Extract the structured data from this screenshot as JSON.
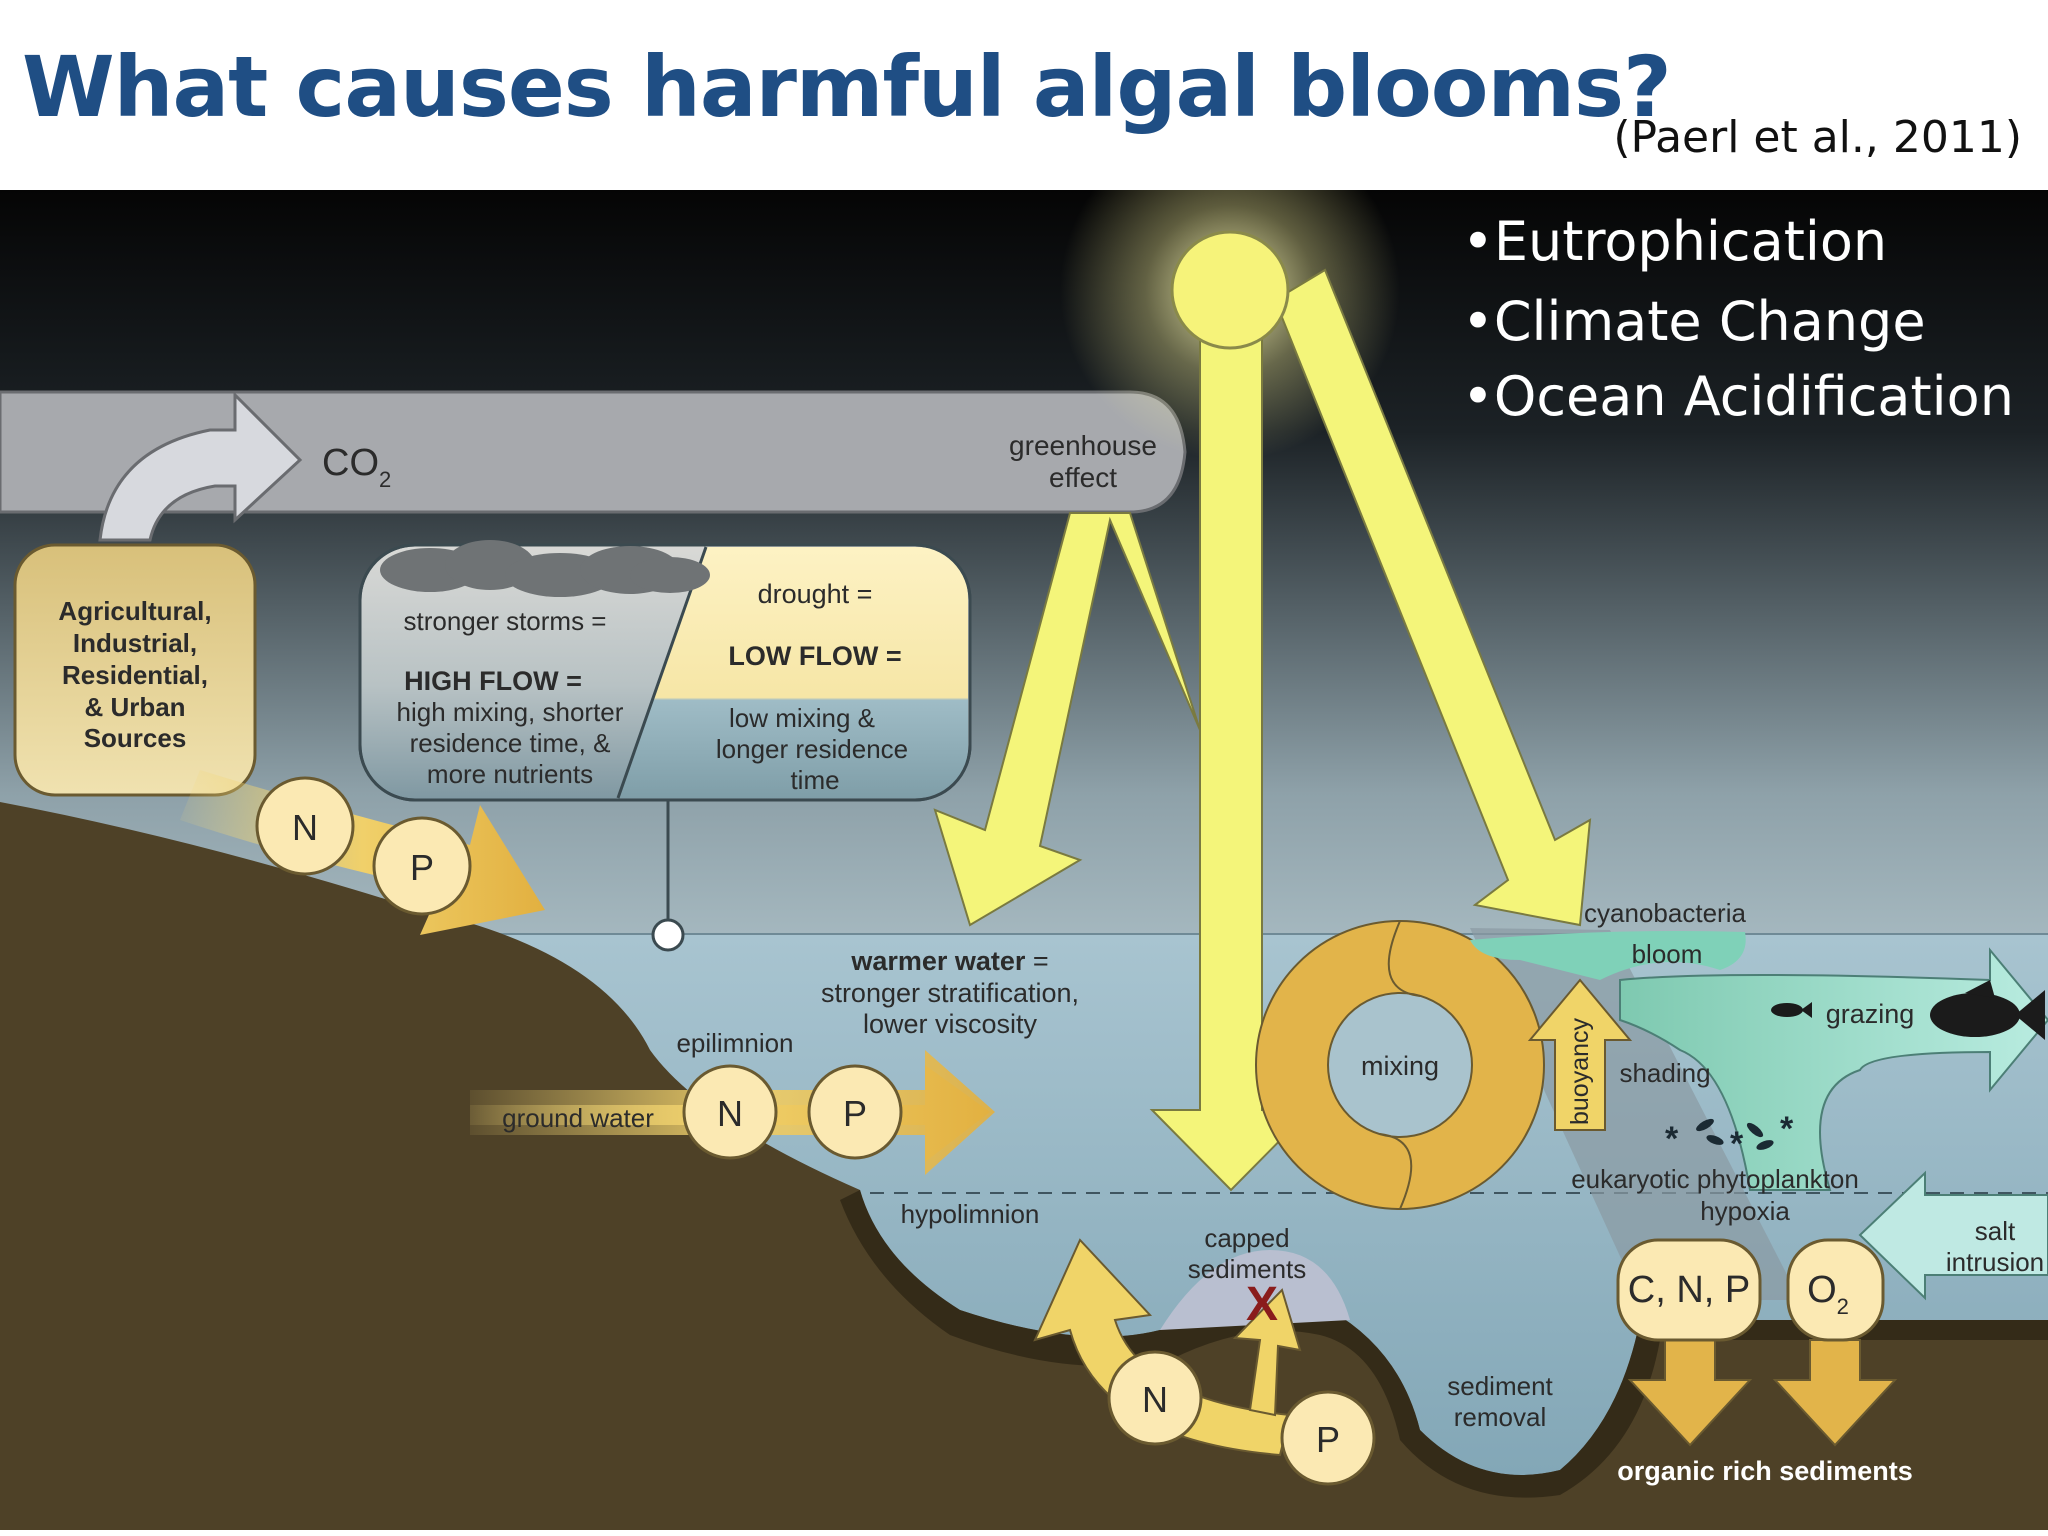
{
  "slide": {
    "title": "What causes harmful algal blooms?",
    "citation": "(Paerl et al., 2011)"
  },
  "bullets": [
    "•Eutrophication",
    "•Climate Change",
    "•Ocean Acidification"
  ],
  "labels": {
    "co2": "CO",
    "co2_sub": "2",
    "greenhouse_1": "greenhouse",
    "greenhouse_2": "effect",
    "sources": [
      "Agricultural,",
      "Industrial,",
      "Residential,",
      "& Urban",
      "Sources"
    ],
    "storms": "stronger storms =",
    "high_flow": "HIGH FLOW =",
    "high_flow_desc": [
      "high mixing, shorter",
      "residence time, &",
      "more nutrients"
    ],
    "drought": "drought =",
    "low_flow": "LOW FLOW =",
    "low_flow_desc": [
      "low mixing &",
      "longer residence",
      "time"
    ],
    "warmer_water": "warmer water",
    "warmer_water_eq": " =",
    "warmer_desc": [
      "stronger stratification,",
      "lower viscosity"
    ],
    "epilimnion": "epilimnion",
    "ground_water": "ground water",
    "hypolimnion": "hypolimnion",
    "capped": [
      "capped",
      "sediments"
    ],
    "mixing": "mixing",
    "buoyancy": "buoyancy",
    "shading": "shading",
    "cyanobacteria": "cyanobacteria",
    "bloom": "bloom",
    "grazing": "grazing",
    "eukaryotic": "eukaryotic phytoplankton",
    "hypoxia": "hypoxia",
    "salt": [
      "salt",
      "intrusion"
    ],
    "cnp": "C, N, P",
    "o2": "O",
    "o2_sub": "2",
    "sediment_removal": [
      "sediment",
      "removal"
    ],
    "organic": "organic rich sediments",
    "n": "N",
    "p": "P",
    "x": "X"
  },
  "colors": {
    "title": "#1f4e84",
    "yellow_arrow": "#f4f57a",
    "gold": "#e6b94a",
    "land": "#4f4227",
    "water": "#8fb1bf",
    "bloom": "#7fd1b8"
  }
}
